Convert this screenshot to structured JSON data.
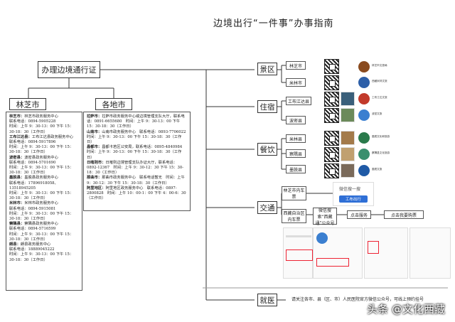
{
  "title": "边境出行“一件事”办事指南",
  "root": "办理边境通行证",
  "categories": {
    "linzhi": "林芝市",
    "other": "各地市"
  },
  "linzhi_panel": [
    {
      "label": "林芝市：",
      "text": "林芝市政务服务中心"
    },
    {
      "label": "",
      "text": "联系电话：0894-5905228"
    },
    {
      "label": "",
      "text": "时间：上午 9：30-13：00 下午 15：30-18：30（工作日）"
    },
    {
      "label": "工布江达县：",
      "text": "工布江达县政务服务中心"
    },
    {
      "label": "",
      "text": "联系电话：0894-5917896"
    },
    {
      "label": "",
      "text": "时间：上午 9：30-13：00 下午 15：30-18：30（工作日）"
    },
    {
      "label": "波密县：",
      "text": "波密县政务服务中心"
    },
    {
      "label": "",
      "text": "联系电话：0894-5701690"
    },
    {
      "label": "",
      "text": "时间：上午 9：30-13：00 下午 15：30-18：30（工作日）"
    },
    {
      "label": "墨脱县：",
      "text": "墨脱县政务服务中心"
    },
    {
      "label": "",
      "text": "联系电话：17896918058、13518945205"
    },
    {
      "label": "",
      "text": "时间：上午 9：30-13：00 下午 15：30-18：30（工作日）"
    },
    {
      "label": "米林市：",
      "text": "米林市政务服务中心"
    },
    {
      "label": "",
      "text": "联系电话：0894-5915081"
    },
    {
      "label": "",
      "text": "时间：上午 9：30-13：00 下午 15：30-18：30（工作日）"
    },
    {
      "label": "察隅县：",
      "text": "察隅县政务服务中心"
    },
    {
      "label": "",
      "text": "联系电话：0894-5716599"
    },
    {
      "label": "",
      "text": "时间：上午 9：30-13：00 下午 15：30-18：30（工作日）"
    },
    {
      "label": "朗县：",
      "text": "朗县政务服务中心"
    },
    {
      "label": "",
      "text": "联系电话：18889045222"
    },
    {
      "label": "",
      "text": "时间：上午 9：30-13：00 下午 15：30-18：30（工作日）"
    }
  ],
  "other_panel": [
    {
      "label": "拉萨市：",
      "text": "拉萨市政务服务中心或边境管理支队大厅，联系电话：0891-6655680　时间：上午 9：30-13：00 下午 15：30-18：30（工作日）"
    },
    {
      "label": "山南市：",
      "text": "山南市政务服务中心　联系电话：0893-7706022　时间：上午 9：30-13：00 下午 15：30-18：30（工作日）"
    },
    {
      "label": "昌都市：",
      "text": "昌都卡若区公安局，联系电话：0895-4840984　时间：上午 9：30-13：00 下午 15：30-18：30（工作日）"
    },
    {
      "label": "日喀则市：",
      "text": "日喀则边境管理支队办证大厅，联系电话：0892-12367　时间：上午 9：30-12：30 下午 15：30-18：30（工作日）"
    },
    {
      "label": "那曲市：",
      "text": "那曲市政务服务中心　联系电话暂无　时间：上午 9：30-12：30 下午 15：30-18：30（工作日）"
    },
    {
      "label": "阿里地区：",
      "text": "阿里地区政务服务中心　联系电话：0897-2800828　时间：上午 10：00-1：00 下午 4：00-6：30（工作日）"
    }
  ],
  "sections": {
    "scenic": "景区",
    "stay": "住宿",
    "food": "餐饮",
    "transport": "交通",
    "medical": "就医"
  },
  "scenic_items": [
    "林芝市",
    "米林市"
  ],
  "stay_items": [
    "工布江达县",
    "波密县"
  ],
  "food_items": [
    "米林县",
    "察隅县",
    "墨脱县"
  ],
  "transport": {
    "box1": "林芝市内车票",
    "box2": "西藏自治区内车票",
    "step1": "微信搜索“西藏通”公众号",
    "step2": "点击服务",
    "step3": "点击我要购票",
    "wechat_search": "微信搜一搜",
    "wechat_btn": "工布出行"
  },
  "medical_text": "请关注各市、县（区、市）人民医院官方微信公众号，可线上预约挂号",
  "logos": [
    {
      "label": "林芝市文旅局",
      "color": "#8a4b1f"
    },
    {
      "label": "西藏米林文旅",
      "color": "#2d5fa8"
    },
    {
      "label": "工布江达文旅",
      "color": "#c23a2b"
    },
    {
      "label": "波密文旅",
      "color": "#3b7fd0"
    },
    {
      "label": "墨脱文化和旅游",
      "color": "#2a7a4b"
    },
    {
      "label": "察隅县文化旅游",
      "color": "#3a8f6e"
    },
    {
      "label": "墨脱文旅",
      "color": "#1f5aa6"
    }
  ],
  "watermark": "头条 @文化西藏"
}
